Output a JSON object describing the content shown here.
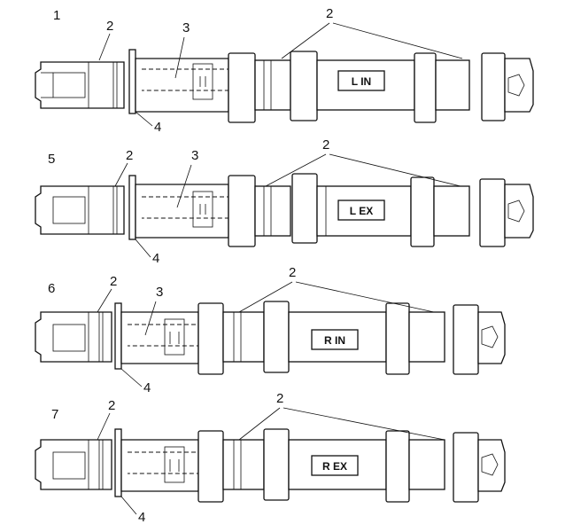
{
  "panels": [
    {
      "id": "1",
      "plate_text": "L  IN",
      "callouts": {
        "shaft": "2",
        "bore": "3",
        "flange": "4"
      }
    },
    {
      "id": "5",
      "plate_text": "L  EX",
      "callouts": {
        "shaft": "2",
        "bore": "3",
        "flange": "4"
      }
    },
    {
      "id": "6",
      "plate_text": "R  IN",
      "callouts": {
        "shaft": "2",
        "bore": "3",
        "flange": "4"
      }
    },
    {
      "id": "7",
      "plate_text": "R  EX",
      "callouts": {
        "shaft": "2",
        "flange": "4"
      }
    }
  ]
}
